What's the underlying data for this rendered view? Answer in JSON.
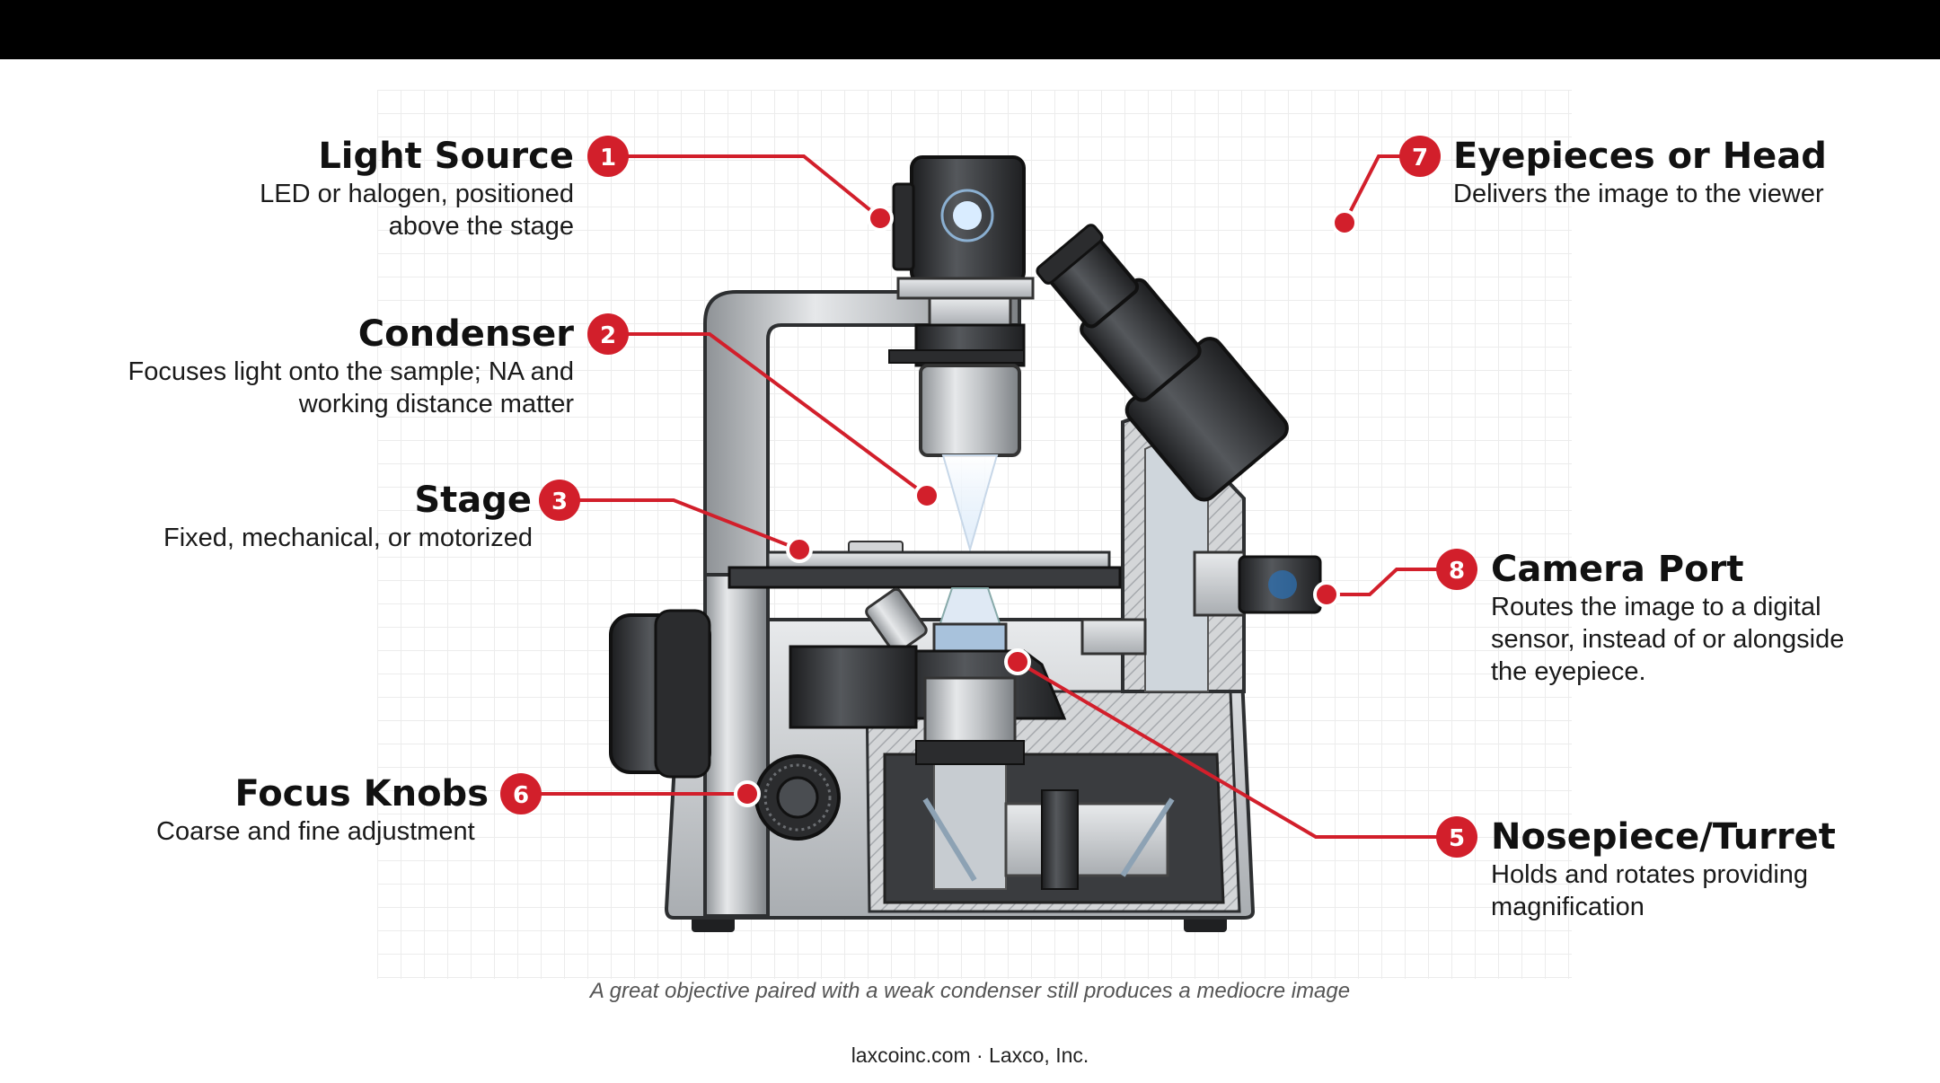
{
  "colors": {
    "accent": "#d21f2b",
    "metal": "#b8bcc0",
    "dark": "#2a2c2f"
  },
  "labels": [
    {
      "number": "1",
      "title": "Light Source",
      "desc": "LED or halogen, positioned above the stage"
    },
    {
      "number": "2",
      "title": "Condenser",
      "desc": "Focuses light onto the sample; NA and working distance matter"
    },
    {
      "number": "3",
      "title": "Stage",
      "desc": "Fixed, mechanical, or motorized"
    },
    {
      "number": "6",
      "title": "Focus Knobs",
      "desc": "Coarse and fine adjustment"
    },
    {
      "number": "7",
      "title": "Eyepieces or Head",
      "desc": "Delivers the image to the viewer"
    },
    {
      "number": "8",
      "title": "Camera Port",
      "desc": "Routes the image to a digital sensor, instead of or alongside the eyepiece."
    },
    {
      "number": "5",
      "title": "Nosepiece/Turret",
      "desc": "Holds and rotates providing magnification"
    }
  ],
  "caption": "A great objective paired with a weak condenser still produces a mediocre image",
  "footer": "laxcoinc.com · Laxco, Inc."
}
